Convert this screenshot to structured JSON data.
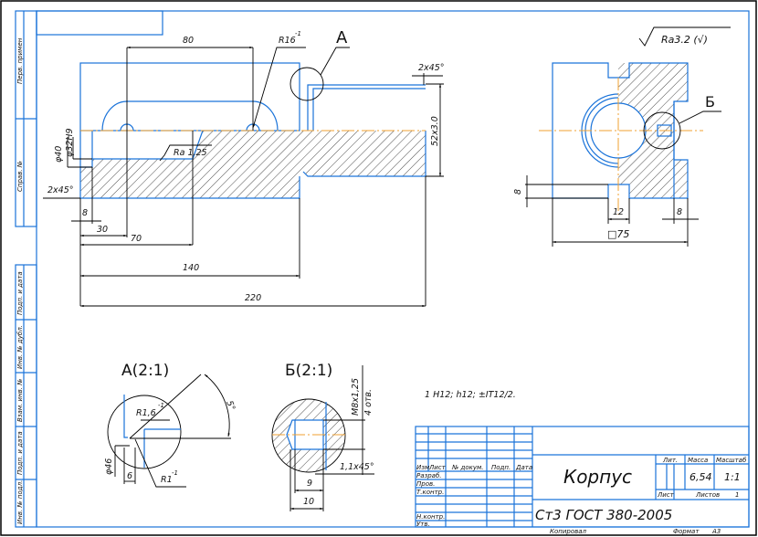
{
  "colors": {
    "outline": "#1a73d9",
    "dimension": "#000000",
    "centerline": "#f0a030"
  },
  "sidebar": {
    "labels": [
      "Перв. примен",
      "Справ. №",
      "Подп. и дата",
      "Инв. № дубл.",
      "Взам. инв. №",
      "Подп. и дата",
      "Инв. № подл."
    ]
  },
  "main_view": {
    "dims": {
      "d80": "80",
      "r16": "R16",
      "r16_sup": "-1",
      "chamfer_right": "2x45°",
      "thread": "52x3.0",
      "d8": "8",
      "d30": "30",
      "d70": "70",
      "d140": "140",
      "d220": "220",
      "dia40": "φ40",
      "dia32": "φ32H9",
      "chamfer_left": "2x45°",
      "roughness": "Ra 1.25"
    },
    "callout_a": "А"
  },
  "side_view": {
    "roughness_general": "Ra3.2 (√)",
    "callout_b": "Б",
    "dims": {
      "d8v": "8",
      "d12": "12",
      "d8h": "8",
      "square75": "□75"
    }
  },
  "detail_a": {
    "title": "А(2:1)",
    "r16": "R1,6",
    "r16_sup": "-1",
    "r1": "R1",
    "r1_sup": "-1",
    "angle": "5°",
    "dia46": "φ46",
    "d6": "6"
  },
  "detail_b": {
    "title": "Б(2:1)",
    "thread": "M8x1,25",
    "holes": "4 отв.",
    "chamfer": "1,1x45°",
    "d9": "9",
    "d10": "10"
  },
  "note": "1 H12; h12; ±IT12/2.",
  "title_block": {
    "headers": [
      "Изм",
      "Лист",
      "№ докум.",
      "Подп.",
      "Дата"
    ],
    "roles": [
      "Разраб.",
      "Пров.",
      "Т.контр.",
      "Н.контр.",
      "Утв."
    ],
    "part_name": "Корпус",
    "material": "Ст3 ГОСТ 380-2005",
    "lit_label": "Лит.",
    "mass_label": "Масса",
    "scale_label": "Масштаб",
    "mass": "6,54",
    "scale": "1:1",
    "sheet_label": "Лист",
    "sheets_label": "Листов",
    "sheets": "1",
    "copied": "Копировал",
    "format_label": "Формат",
    "format": "А3"
  }
}
